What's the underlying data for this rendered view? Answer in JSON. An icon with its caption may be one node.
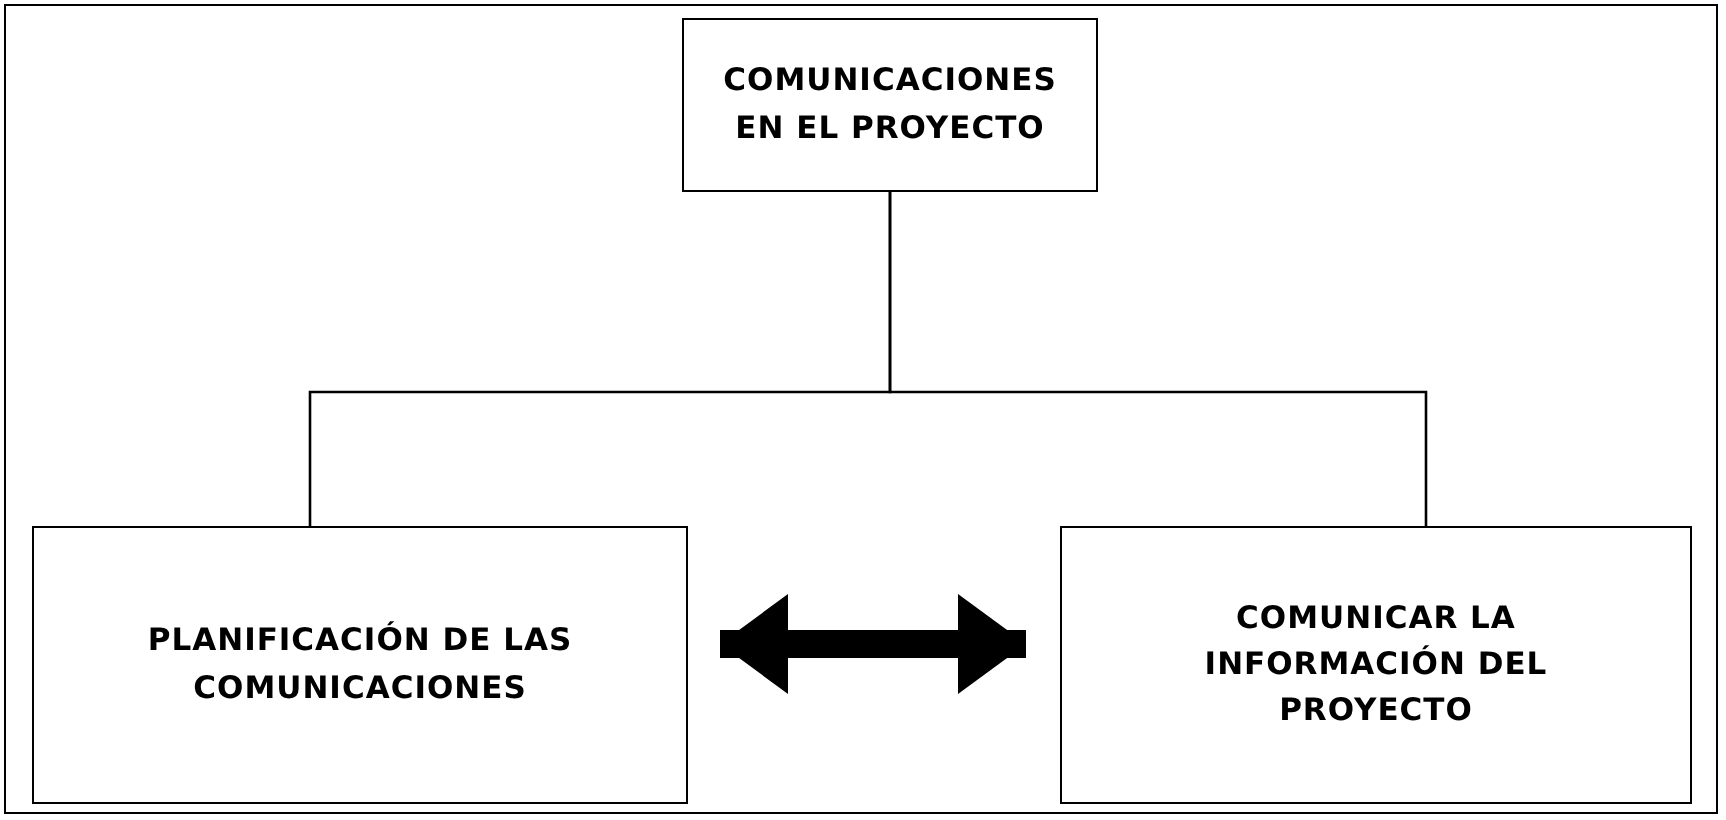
{
  "diagram": {
    "nodes": [
      {
        "text": [
          "COMUNICACIONES EN EL PROYECTO"
        ]
      },
      {
        "text": [
          "PLANIFICACIÓN DE LAS COMUNICACIONES"
        ]
      },
      {
        "text": [
          "COMUNICAR LA INFORMACIÓN DEL PROYECTO"
        ]
      }
    ],
    "edges": [
      {
        "from": 0,
        "to": 1,
        "arrow": "none"
      },
      {
        "from": 0,
        "to": 2,
        "arrow": "none"
      },
      {
        "from": 1,
        "to": 2,
        "arrow": "both",
        "style": "thick"
      }
    ]
  }
}
